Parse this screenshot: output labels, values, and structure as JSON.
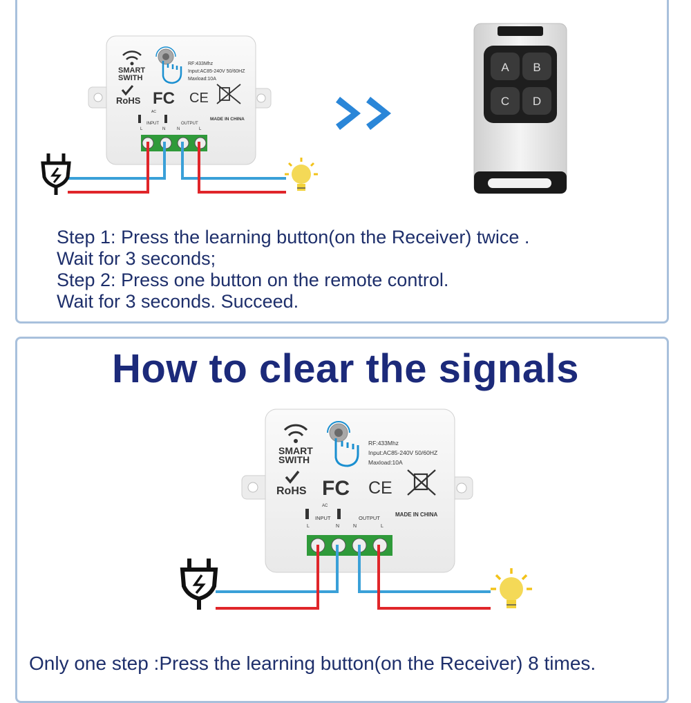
{
  "step1": {
    "lines": [
      "Step 1: Press the learning button(on the Receiver) twice .",
      "Wait for 3 seconds;",
      "Step 2: Press one button on the remote control.",
      "Wait for 3 seconds. Succeed."
    ]
  },
  "clear": {
    "title": "How to clear the signals",
    "instruction": "Only one step :Press the learning button(on the Receiver) 8 times."
  },
  "receiver": {
    "brand_line1": "SMART",
    "brand_line2": "SWITH",
    "rf": "RF:433Mhz",
    "input": "Input:AC85-240V 50/60HZ",
    "maxload": "Maxload:10A",
    "rohs": "RoHS",
    "fc": "FC",
    "ce": "CE",
    "ac": "AC",
    "input_label": "INPUT",
    "output_label": "OUTPUT",
    "made_in": "MADE IN CHINA",
    "terminal_l": "L",
    "terminal_n": "N"
  },
  "remote": {
    "buttons": [
      "A",
      "B",
      "C",
      "D"
    ]
  },
  "colors": {
    "border": "#a8c0dc",
    "text": "#1e2f6b",
    "heading": "#1c2a7a",
    "wire_red": "#e0262a",
    "wire_blue": "#3aa0d8",
    "terminal_green": "#2f9a3a",
    "arrow_blue": "#2a86d8",
    "bulb_yellow": "#f2d23a"
  }
}
